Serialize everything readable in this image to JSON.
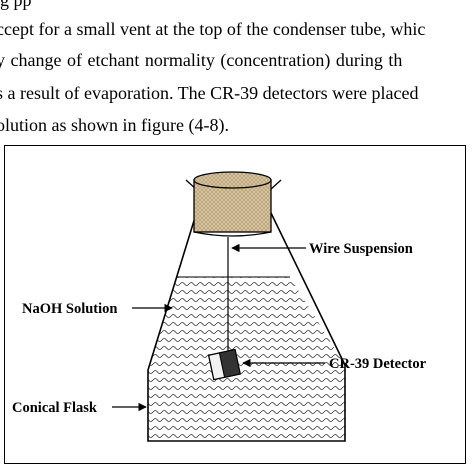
{
  "text_lines": [
    "g                                                                   pp",
    "ccept for a small vent at the top of the condenser tube, whic",
    "y  change  of  etchant  normality  (concentration)  during  th",
    "s a result of evaporation. The CR-39 detectors were placed",
    "olution as shown in figure (4-8)."
  ],
  "figure": {
    "labels": {
      "wire_suspension": "Wire Suspension",
      "naoh_solution": "NaOH Solution",
      "cr39_detector": "CR-39 Detector",
      "conical_flask": "Conical Flask"
    }
  }
}
